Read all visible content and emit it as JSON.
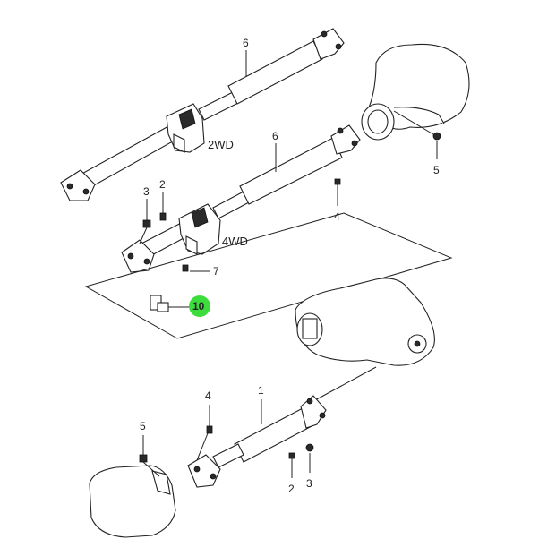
{
  "labels": {
    "shaft_2wd": "6",
    "shaft_4wd": "6",
    "tag_2wd": "2WD",
    "tag_4wd": "4WD",
    "bolt_2_upper": "2",
    "nut_3_upper": "3",
    "bolt_4_upper": "4",
    "nut_5_upper": "5",
    "bolt_7": "7",
    "callout_10": "10",
    "shaft_front": "1",
    "bolt_4_lower": "4",
    "nut_5_lower": "5",
    "bolt_2_lower": "2",
    "nut_3_lower": "3"
  },
  "colors": {
    "line": "#222222",
    "highlight": "#3ddc3d"
  }
}
